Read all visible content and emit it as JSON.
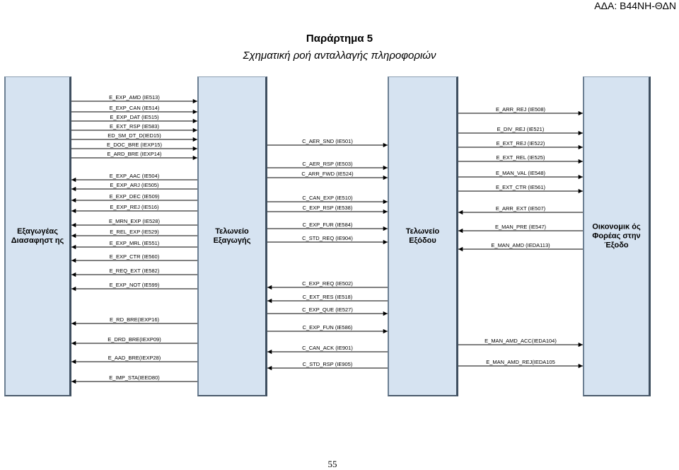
{
  "header": {
    "ada": "ΑΔΑ: Β44ΝΗ-ΘΔΝ",
    "title": "Παράρτημα 5",
    "subtitle": "Σχηματική ροή ανταλλαγής πληροφοριών"
  },
  "lanes": [
    {
      "id": "declarant",
      "label": "Εξαγωγέας Διασαφηστ ης"
    },
    {
      "id": "export_office",
      "label": "Τελωνείο Εξαγωγής"
    },
    {
      "id": "exit_office",
      "label": "Τελωνείο Εξόδου"
    },
    {
      "id": "exit_operator",
      "label": "Οικονομικ ός Φορέας στην Έξοδο"
    }
  ],
  "flows": [
    {
      "label": "E_EXP_AMD (IE513)",
      "from": "declarant",
      "to": "export_office"
    },
    {
      "label": "E_EXP_CAN (IE514)",
      "from": "declarant",
      "to": "export_office"
    },
    {
      "label": "E_EXP_DAT (IE515)",
      "from": "declarant",
      "to": "export_office"
    },
    {
      "label": "E_EXT_RSP (IE583)",
      "from": "declarant",
      "to": "export_office"
    },
    {
      "label": "ED_SM_DT_D(IED15)",
      "from": "declarant",
      "to": "export_office"
    },
    {
      "label": "E_DOC_BRE (IEXP15)",
      "from": "declarant",
      "to": "export_office"
    },
    {
      "label": "E_ARD_BRE (IEXP14)",
      "from": "declarant",
      "to": "export_office"
    },
    {
      "label": "E_EXP_AAC (IE504)",
      "from": "export_office",
      "to": "declarant"
    },
    {
      "label": "E_EXP_ARJ (IE505)",
      "from": "export_office",
      "to": "declarant"
    },
    {
      "label": "E_EXP_DEC (IE509)",
      "from": "export_office",
      "to": "declarant"
    },
    {
      "label": "E_EXP_REJ (IE516)",
      "from": "export_office",
      "to": "declarant"
    },
    {
      "label": "E_MRN_EXP (IE528)",
      "from": "export_office",
      "to": "declarant"
    },
    {
      "label": "E_REL_EXP (IE529)",
      "from": "export_office",
      "to": "declarant"
    },
    {
      "label": "E_EXP_MRL (IE551)",
      "from": "export_office",
      "to": "declarant"
    },
    {
      "label": "E_EXP_CTR (IE560)",
      "from": "export_office",
      "to": "declarant"
    },
    {
      "label": "E_REQ_EXT (IE582)",
      "from": "export_office",
      "to": "declarant"
    },
    {
      "label": "E_EXP_NOT (IE599)",
      "from": "export_office",
      "to": "declarant"
    },
    {
      "label": "E_RD_BRE(IEXP16)",
      "from": "export_office",
      "to": "declarant"
    },
    {
      "label": "E_DRD_BRE(IEXP09)",
      "from": "export_office",
      "to": "declarant"
    },
    {
      "label": "E_AAD_BRE(IEXP28)",
      "from": "export_office",
      "to": "declarant"
    },
    {
      "label": "E_IMP_STA(IEED80)",
      "from": "export_office",
      "to": "declarant"
    },
    {
      "label": "C_AER_SND (IE501)",
      "from": "export_office",
      "to": "exit_office"
    },
    {
      "label": "C_AER_RSP (IE503)",
      "from": "export_office",
      "to": "exit_office"
    },
    {
      "label": "C_ARR_FWD (IE524)",
      "from": "export_office",
      "to": "exit_office"
    },
    {
      "label": "C_CAN_EXP (IE510)",
      "from": "export_office",
      "to": "exit_office"
    },
    {
      "label": "C_EXP_RSP (IE538)",
      "from": "export_office",
      "to": "exit_office"
    },
    {
      "label": "C_EXP_FUR (IE584)",
      "from": "export_office",
      "to": "exit_office"
    },
    {
      "label": "C_STD_REQ (IE904)",
      "from": "export_office",
      "to": "exit_office"
    },
    {
      "label": "C_EXP_REQ (IE502)",
      "from": "exit_office",
      "to": "export_office"
    },
    {
      "label": "C_EXT_RES (IE518)",
      "from": "exit_office",
      "to": "export_office"
    },
    {
      "label": "C_EXP_QUE (IE527)",
      "from": "export_office",
      "to": "exit_office"
    },
    {
      "label": "C_EXP_FUN (IE586)",
      "from": "export_office",
      "to": "exit_office"
    },
    {
      "label": "C_CAN_ACK (IE901)",
      "from": "exit_office",
      "to": "export_office"
    },
    {
      "label": "C_STD_RSP (IE905)",
      "from": "exit_office",
      "to": "export_office"
    },
    {
      "label": "E_ARR_REJ (IE508)",
      "from": "exit_office",
      "to": "exit_operator"
    },
    {
      "label": "E_DIV_REJ (IE521)",
      "from": "exit_office",
      "to": "exit_operator"
    },
    {
      "label": "E_EXT_REJ (IE522)",
      "from": "exit_office",
      "to": "exit_operator"
    },
    {
      "label": "E_EXT_REL (IE525)",
      "from": "exit_office",
      "to": "exit_operator"
    },
    {
      "label": "E_MAN_VAL (IE548)",
      "from": "exit_office",
      "to": "exit_operator"
    },
    {
      "label": "E_EXT_CTR (IE561)",
      "from": "exit_office",
      "to": "exit_operator"
    },
    {
      "label": "E_ARR_EXT (IE507)",
      "from": "exit_operator",
      "to": "exit_office"
    },
    {
      "label": "E_MAN_PRE (IE547)",
      "from": "exit_operator",
      "to": "exit_office"
    },
    {
      "label": "E_MAN_AMD (IEDA113)",
      "from": "exit_operator",
      "to": "exit_office"
    },
    {
      "label": "E_MAN_AMD_ACC(IEDA104)",
      "from": "exit_office",
      "to": "exit_operator"
    },
    {
      "label": "E_MAN_AMD_REJ(IEDA105",
      "from": "exit_office",
      "to": "exit_operator"
    }
  ],
  "page_number": "55"
}
